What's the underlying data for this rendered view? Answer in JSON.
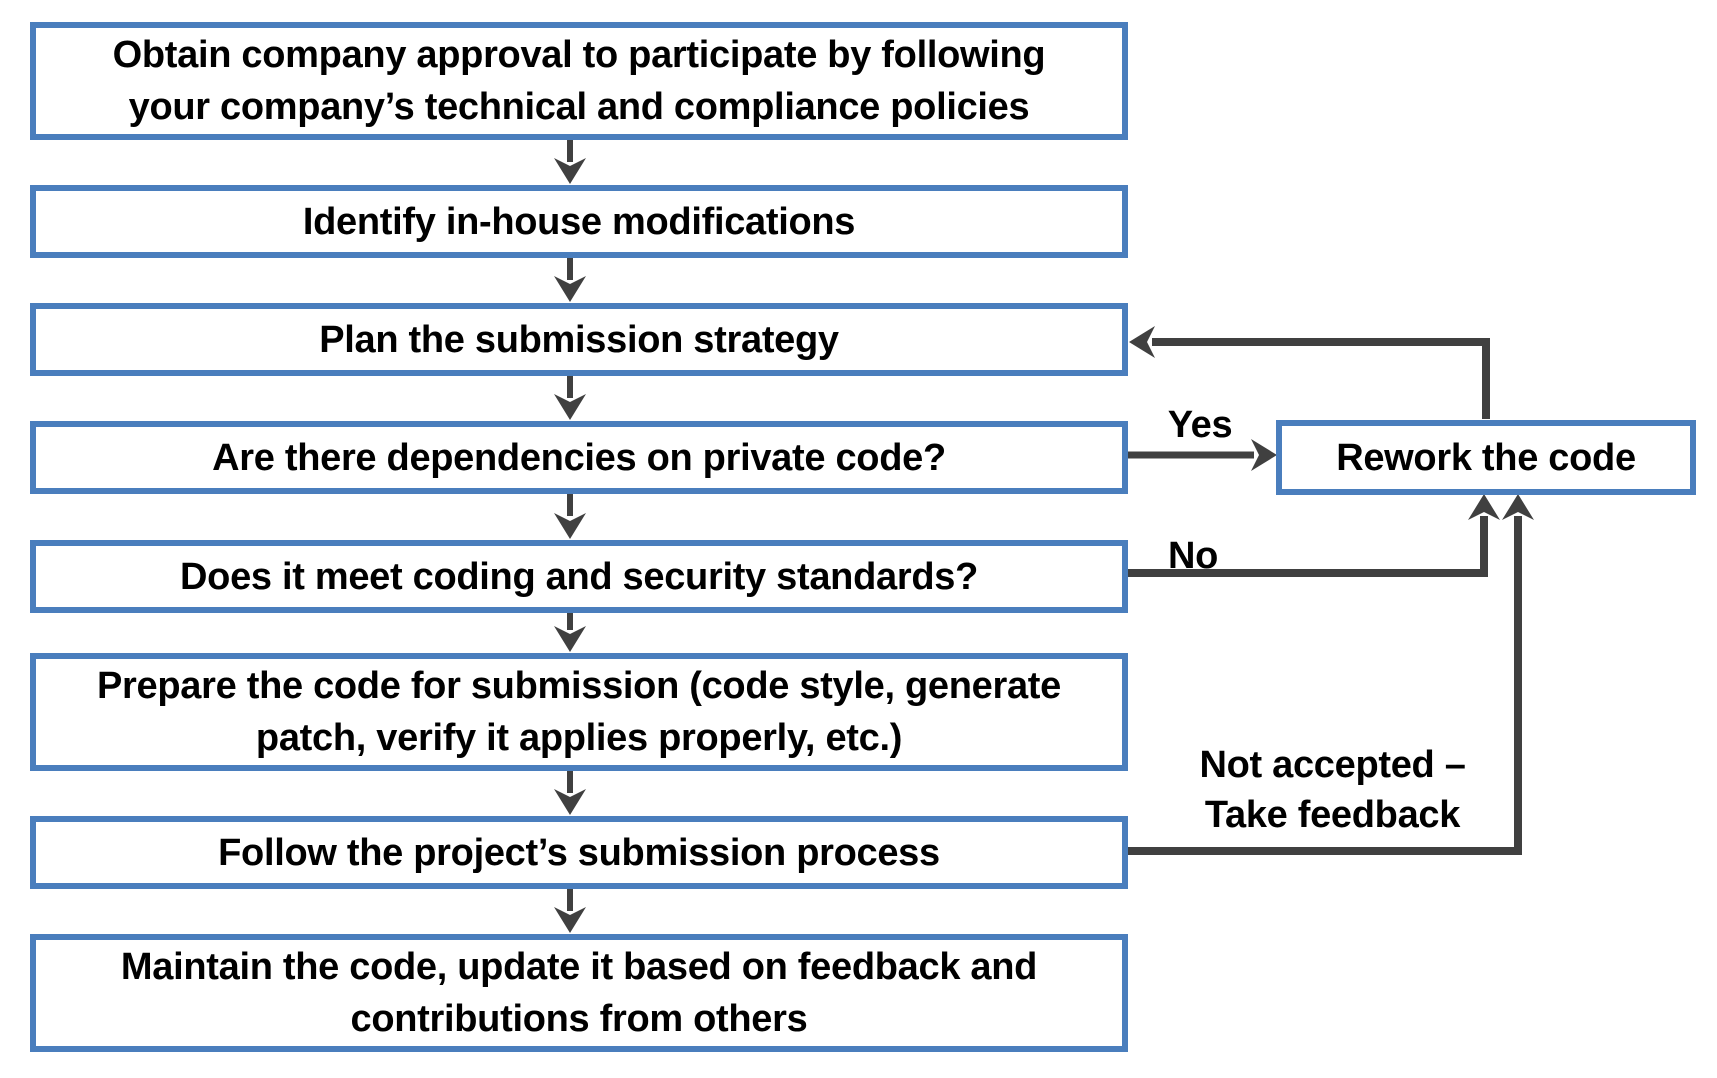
{
  "flowchart": {
    "accent_color": "#4A7EBD",
    "arrow_color": "#404040",
    "nodes": [
      {
        "id": "obtain-approval",
        "label": "Obtain company approval to participate by following\nyour company’s technical and compliance policies"
      },
      {
        "id": "identify-modifications",
        "label": "Identify in-house modifications"
      },
      {
        "id": "plan-strategy",
        "label": "Plan the submission strategy"
      },
      {
        "id": "private-dependencies",
        "label": "Are there dependencies on private code?"
      },
      {
        "id": "coding-standards",
        "label": "Does it meet coding and security standards?"
      },
      {
        "id": "prepare-code",
        "label": "Prepare the code for submission (code style, generate\npatch, verify it applies properly, etc.)"
      },
      {
        "id": "follow-process",
        "label": "Follow the project’s submission process"
      },
      {
        "id": "maintain-code",
        "label": "Maintain the code, update it based on feedback and\ncontributions from others"
      },
      {
        "id": "rework-code",
        "label": "Rework the code"
      }
    ],
    "edge_labels": {
      "yes": "Yes",
      "no": "No",
      "not_accepted": "Not accepted –\nTake feedback"
    },
    "edges": [
      {
        "from": "obtain-approval",
        "to": "identify-modifications",
        "label": ""
      },
      {
        "from": "identify-modifications",
        "to": "plan-strategy",
        "label": ""
      },
      {
        "from": "plan-strategy",
        "to": "private-dependencies",
        "label": ""
      },
      {
        "from": "private-dependencies",
        "to": "coding-standards",
        "label": ""
      },
      {
        "from": "private-dependencies",
        "to": "rework-code",
        "label": "Yes"
      },
      {
        "from": "coding-standards",
        "to": "prepare-code",
        "label": ""
      },
      {
        "from": "coding-standards",
        "to": "rework-code",
        "label": "No"
      },
      {
        "from": "prepare-code",
        "to": "follow-process",
        "label": ""
      },
      {
        "from": "follow-process",
        "to": "maintain-code",
        "label": ""
      },
      {
        "from": "follow-process",
        "to": "rework-code",
        "label": "Not accepted – Take feedback"
      },
      {
        "from": "rework-code",
        "to": "plan-strategy",
        "label": ""
      }
    ]
  }
}
